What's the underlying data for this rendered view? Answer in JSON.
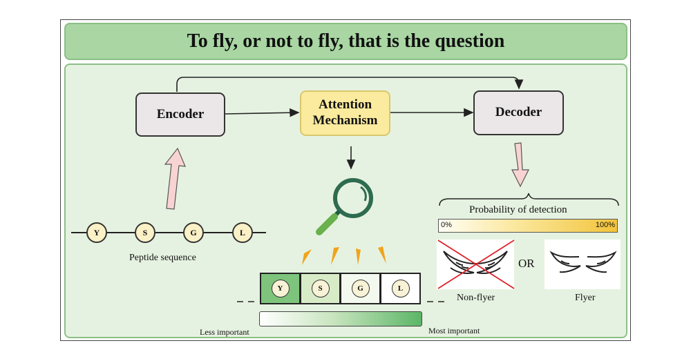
{
  "title": "To fly, or not to fly, that is the question",
  "nodes": {
    "encoder": "Encoder",
    "attention_line1": "Attention",
    "attention_line2": "Mechanism",
    "decoder": "Decoder"
  },
  "peptide": {
    "residues": [
      "Y",
      "S",
      "G",
      "L"
    ],
    "caption": "Peptide sequence"
  },
  "importance": {
    "residues": [
      "Y",
      "S",
      "G",
      "L"
    ],
    "min_label": "Less important",
    "max_label": "Most important",
    "colors": [
      "#7ec47c",
      "#d7ebc7",
      "#f4f9ef",
      "#ffffff"
    ]
  },
  "probability": {
    "title": "Probability of detection",
    "min_label": "0%",
    "max_label": "100%"
  },
  "outcomes": {
    "left": "Non-flyer",
    "or": "OR",
    "right": "Flyer"
  },
  "colors": {
    "title_bg": "#a9d6a3",
    "panel_bg": "#e6f2e1",
    "attention_bg": "#fbeb9e",
    "arrow_pink": "#f8d3d3",
    "magnifier": "#2e6b4f",
    "cross": "#e0202a"
  }
}
